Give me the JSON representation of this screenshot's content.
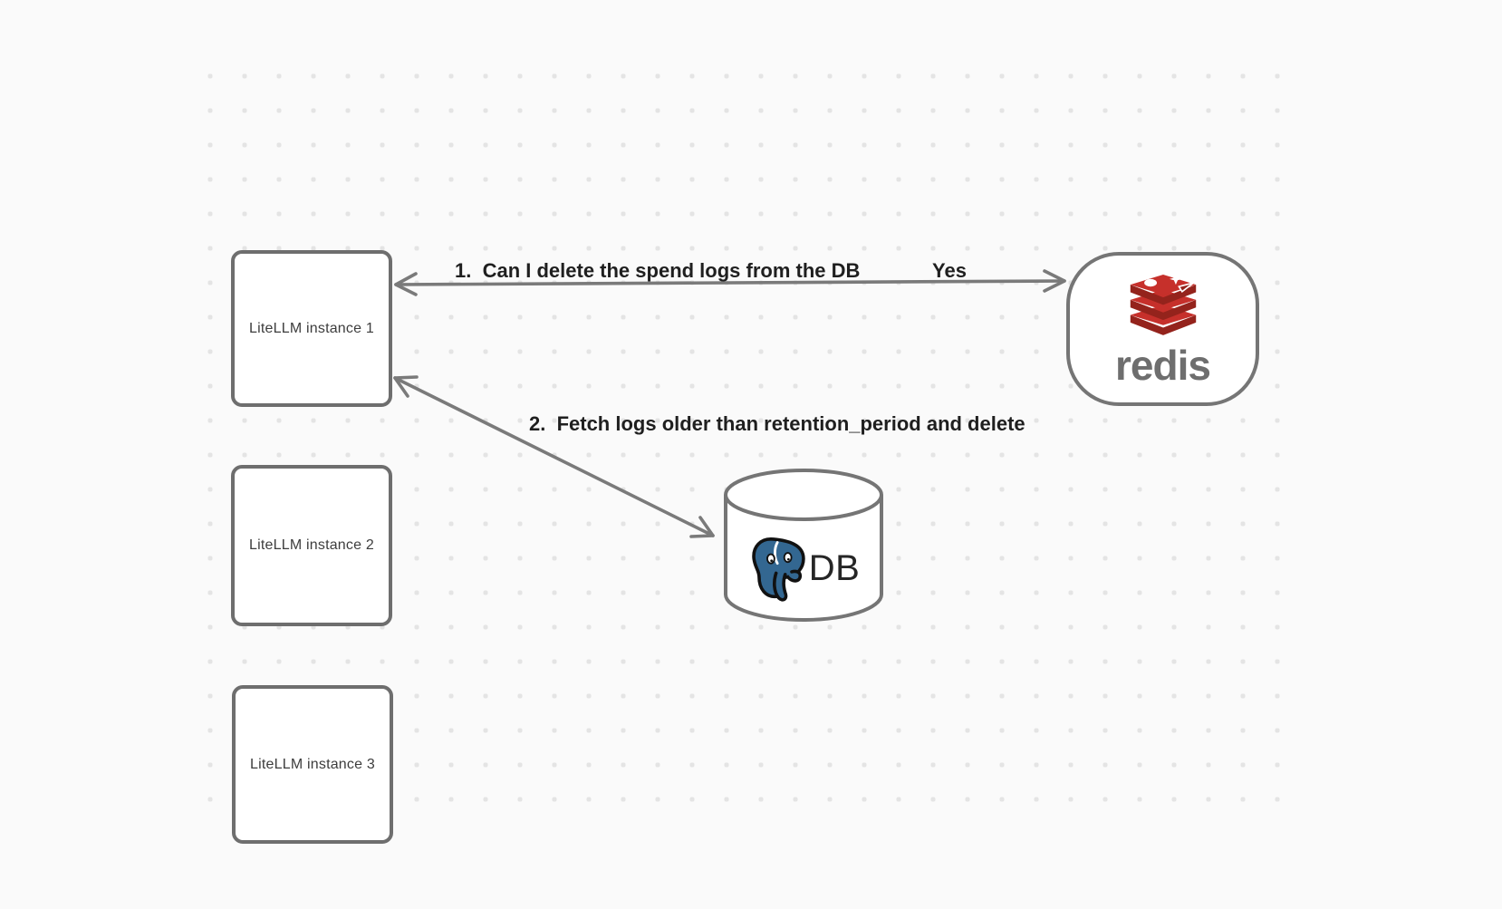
{
  "canvas": {
    "background": "#fafafa",
    "dot_color": "#e4e4e4"
  },
  "nodes": {
    "instance1": {
      "label": "LiteLLM instance 1"
    },
    "instance2": {
      "label": "LiteLLM instance 2"
    },
    "instance3": {
      "label": "LiteLLM instance 3"
    },
    "redis": {
      "label": "redis"
    },
    "db": {
      "label": "DB"
    }
  },
  "edges": {
    "edge1": {
      "label": "1.  Can I delete the spend logs from the DB",
      "response": "Yes",
      "from": "redis",
      "to": "instance1"
    },
    "edge2": {
      "label": "2.  Fetch logs older than retention_period and delete",
      "from": "instance1",
      "to": "db"
    }
  },
  "colors": {
    "stroke_gray": "#757575",
    "box_border": "#6e6e6e",
    "label_text": "#1f1f1f",
    "box_text": "#3d3d3d",
    "redis_red": "#c6302b",
    "redis_dark_red": "#94231c",
    "redis_word_gray": "#6e6e6e",
    "postgres_blue": "#336791"
  }
}
